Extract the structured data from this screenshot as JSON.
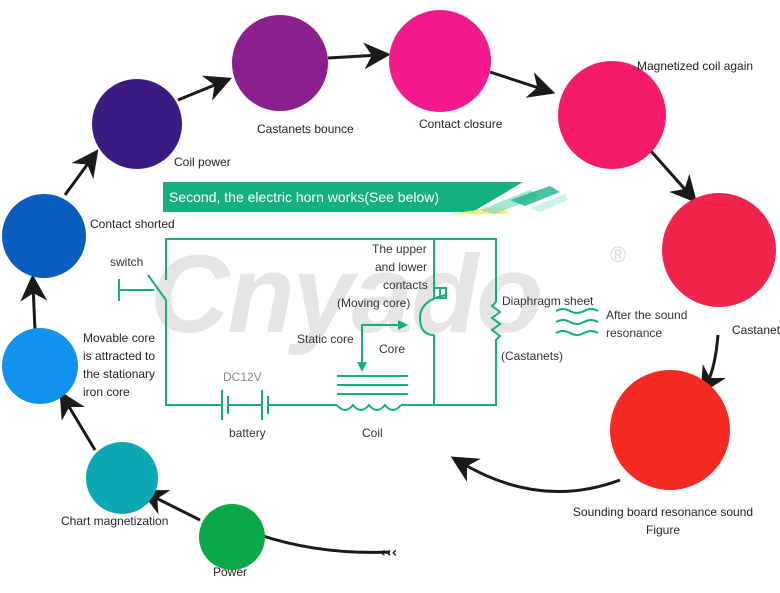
{
  "banner": {
    "title": "Second, the electric horn works(See below)",
    "color": "#14b082"
  },
  "watermark": {
    "brand": "Cnyado",
    "registered": "®"
  },
  "cycle": [
    {
      "id": "power",
      "label": "Power",
      "color": "#0ca84a"
    },
    {
      "id": "chart-magnetization",
      "label": "Chart magnetization",
      "color": "#0aa8b2"
    },
    {
      "id": "movable-core",
      "label_lines": [
        "Movable core",
        "is attracted to",
        "the stationary",
        "iron core"
      ],
      "color": "#1192ee"
    },
    {
      "id": "contact-shorted",
      "label": "Contact shorted",
      "color": "#0a5dbc"
    },
    {
      "id": "coil-power",
      "label": "Coil power",
      "color": "#3b1a82"
    },
    {
      "id": "castanets-bounce",
      "label": "Castanets bounce",
      "color": "#8b1f8c"
    },
    {
      "id": "contact-closure",
      "label": "Contact closure",
      "color": "#f21a8c"
    },
    {
      "id": "magnetized-coil-again",
      "label": "Magnetized coil again",
      "color": "#f51a6a"
    },
    {
      "id": "castanet",
      "label": "Castanet",
      "color": "#f2244c"
    },
    {
      "id": "sounding-board",
      "label_lines": [
        "Sounding board resonance sound",
        "Figure"
      ],
      "color": "#f52a22"
    }
  ],
  "circuit": {
    "color": "#15b07a",
    "switch": "switch",
    "voltage": "DC12V",
    "battery": "battery",
    "coil": "Coil",
    "static_core": "Static core",
    "core": "Core",
    "contacts_lines": [
      "The upper",
      "and lower",
      "contacts"
    ],
    "moving_core": "(Moving core)",
    "diaphragm": "Diaphragm sheet",
    "castanets": "(Castanets)",
    "after_sound_lines": [
      "After the sound",
      "resonance"
    ]
  }
}
